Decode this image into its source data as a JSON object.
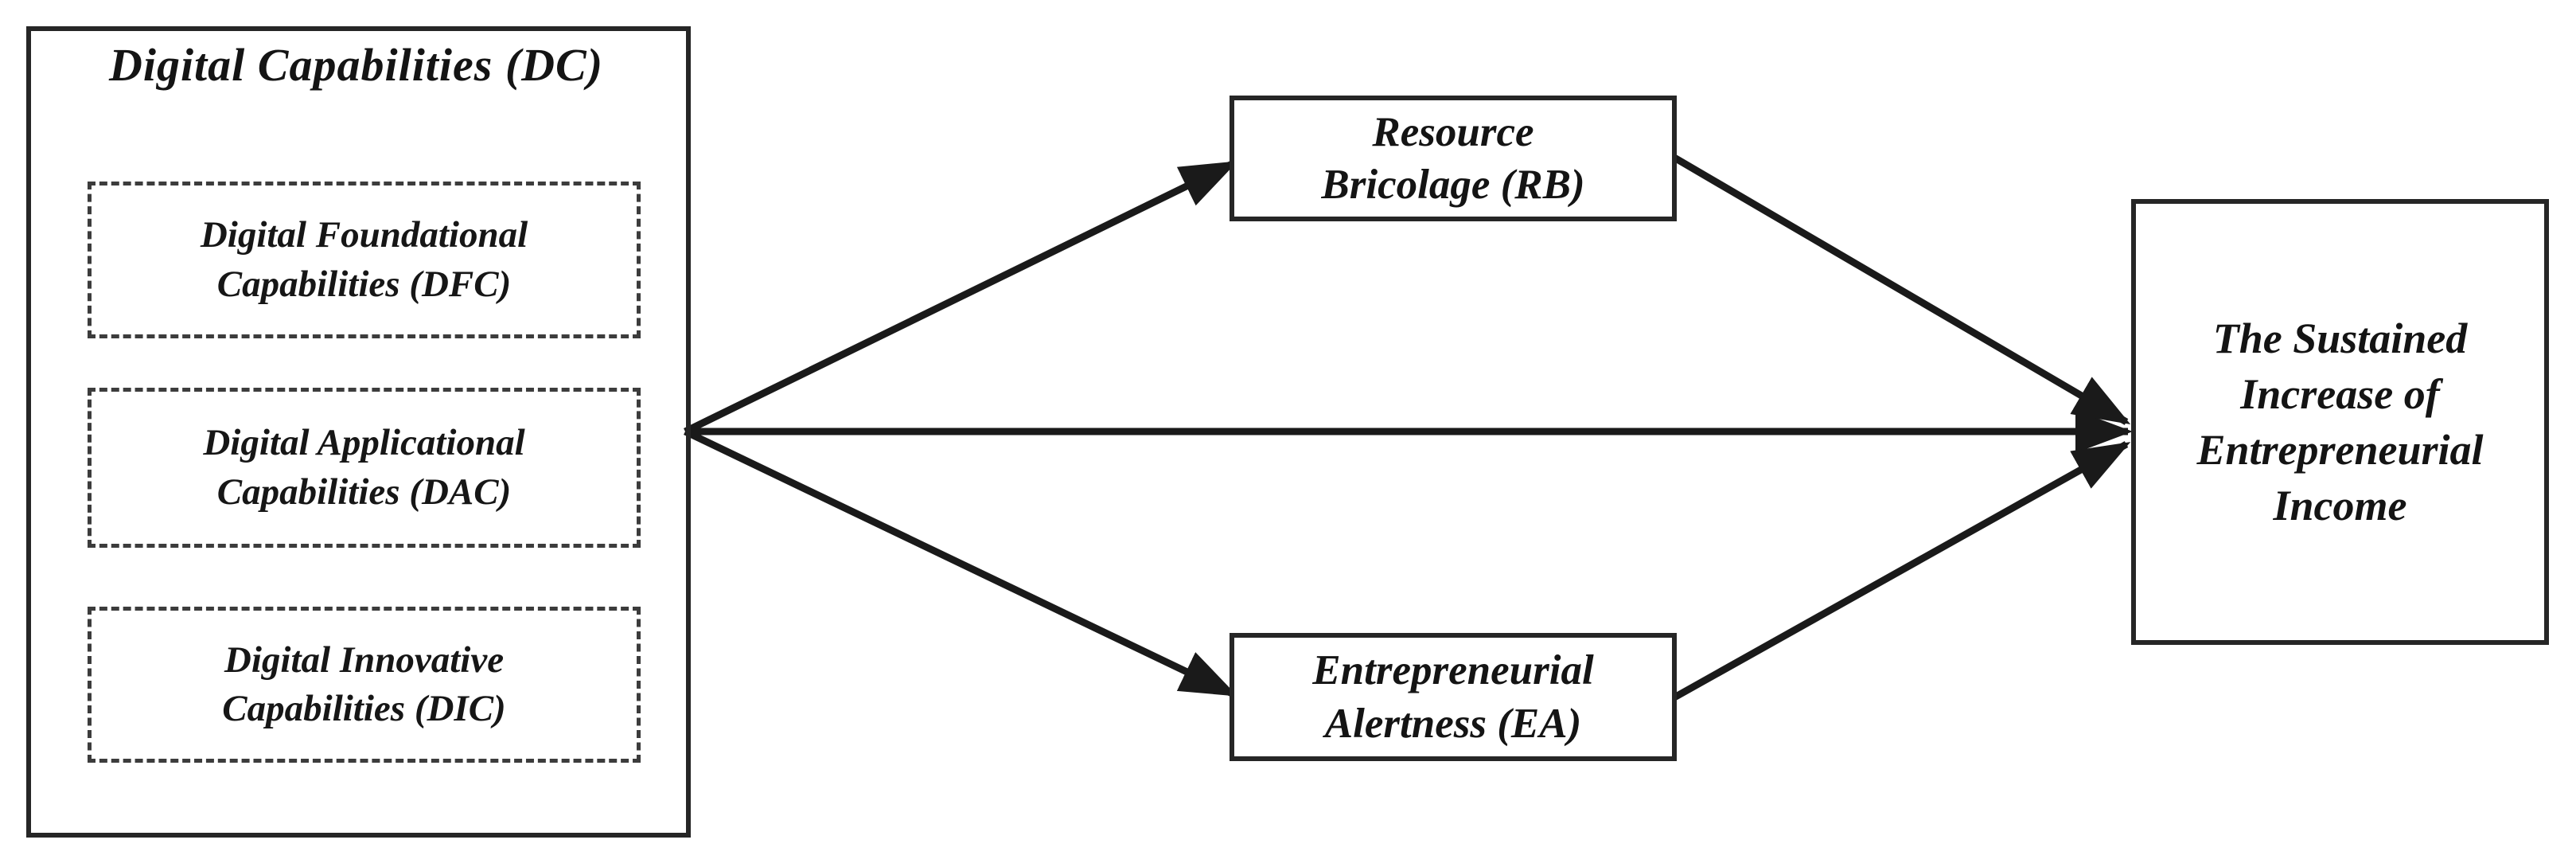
{
  "diagram": {
    "dc": {
      "title": "Digital Capabilities (DC)",
      "items": [
        {
          "id": "DFC",
          "label": "Digital Foundational\nCapabilities (DFC)"
        },
        {
          "id": "DAC",
          "label": "Digital Applicational\nCapabilities (DAC)"
        },
        {
          "id": "DIC",
          "label": "Digital Innovative\nCapabilities (DIC)"
        }
      ]
    },
    "mediators": [
      {
        "id": "RB",
        "label": "Resource\nBricolage (RB)"
      },
      {
        "id": "EA",
        "label": "Entrepreneurial\nAlertness (EA)"
      }
    ],
    "outcome": {
      "label": "The Sustained\nIncrease of\nEntrepreneurial\nIncome"
    },
    "relationships": [
      {
        "from": "DC",
        "to": "RB"
      },
      {
        "from": "DC",
        "to": "Outcome"
      },
      {
        "from": "DC",
        "to": "EA"
      },
      {
        "from": "RB",
        "to": "Outcome"
      },
      {
        "from": "EA",
        "to": "Outcome"
      }
    ]
  },
  "colors": {
    "background": "#ffffff",
    "arrow": "#1a1a1a",
    "border": "#262626",
    "text": "#141414"
  }
}
